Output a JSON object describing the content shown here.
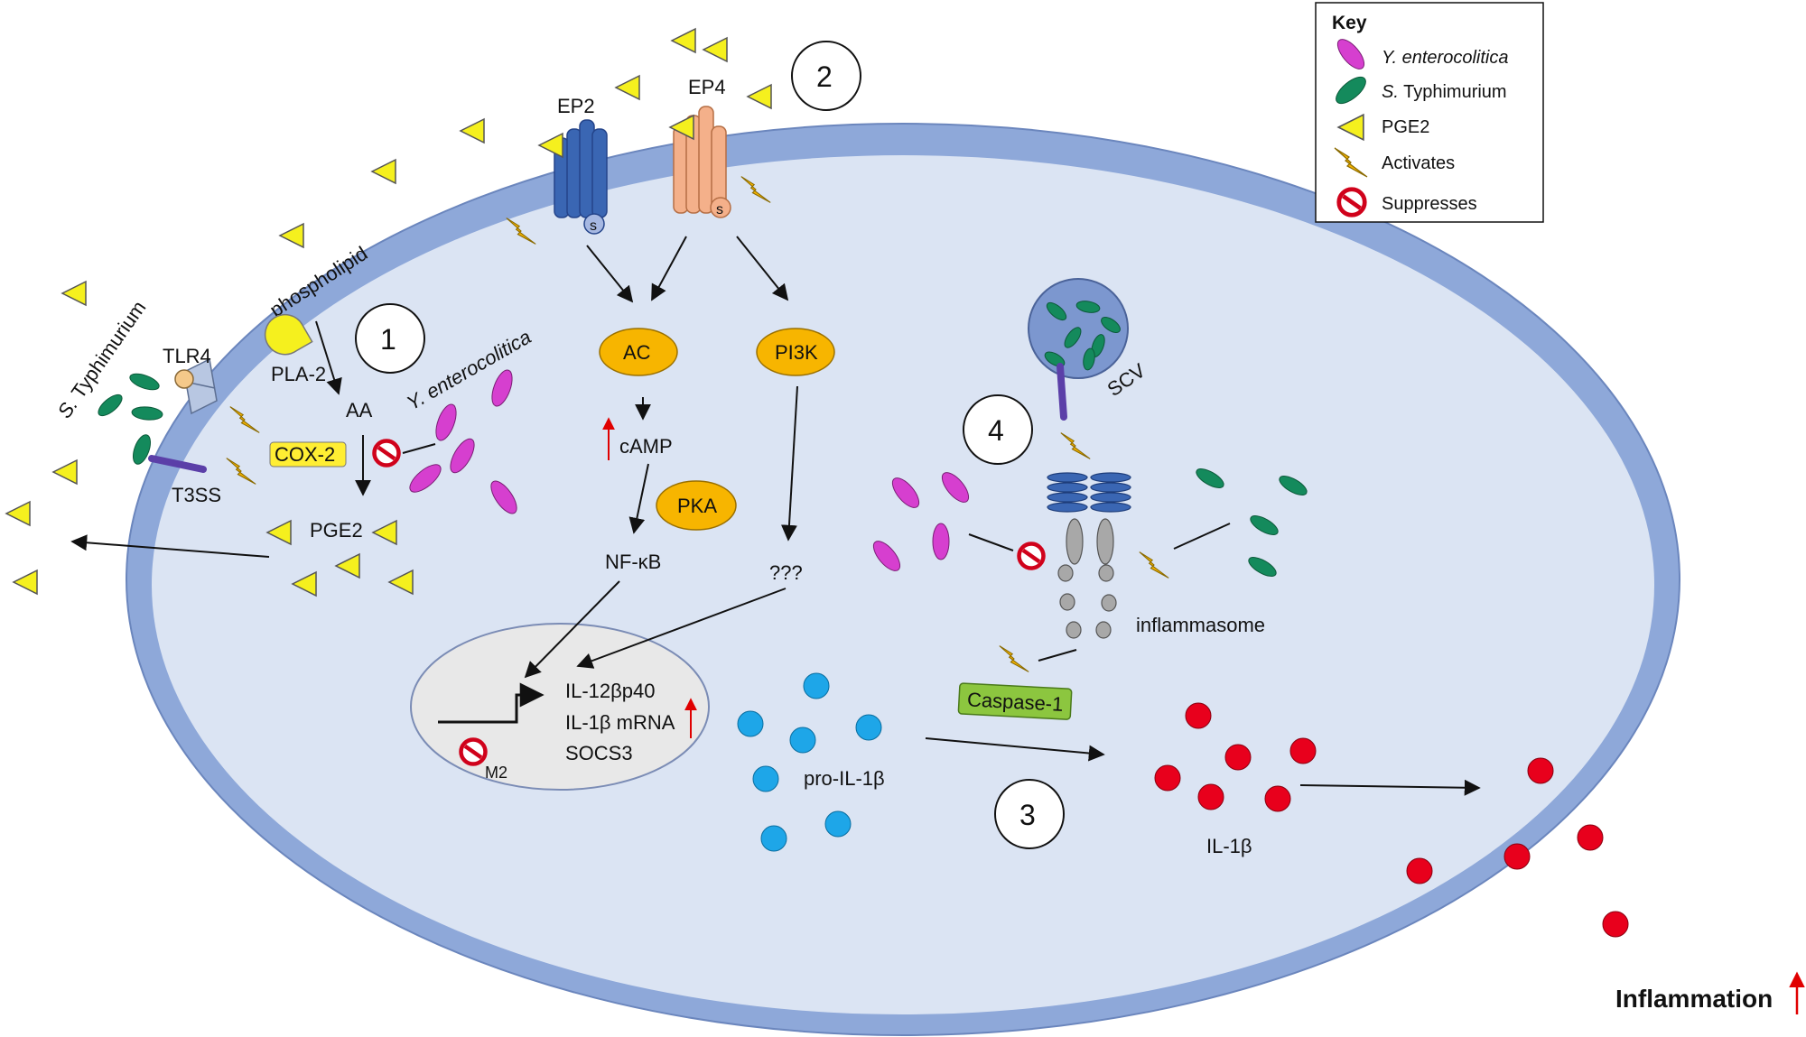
{
  "key": {
    "title": "Key",
    "items": [
      {
        "symbol": "yersinia",
        "label": "Y. enterocolitica",
        "italic": true
      },
      {
        "symbol": "salmonella",
        "label_italic": "S.",
        "label": " Typhimurium"
      },
      {
        "symbol": "pge2",
        "label": "PGE2"
      },
      {
        "symbol": "bolt",
        "label": "Activates"
      },
      {
        "symbol": "suppress",
        "label": "Suppresses"
      }
    ]
  },
  "colors": {
    "yersinia": "#d63fcf",
    "salmonella": "#148a5c",
    "pge2": "#f5f01e",
    "cell_membrane": "#8ea8d9",
    "cytoplasm": "#dbe4f3",
    "nucleus": "#e8e8e8",
    "ep2": "#3a66b3",
    "ep4": "#f4b08a",
    "enzyme": "#f7b500",
    "pro_il1b": "#1ea6e8",
    "il1b": "#e8001c",
    "caspase": "#8cc63f",
    "cox2": "#ffee33"
  },
  "labels": {
    "ep2": "EP2",
    "ep4": "EP4",
    "s_ep2": "s",
    "s_ep4": "s",
    "phospholipid": "phospholipid",
    "pla2": "PLA-2",
    "aa": "AA",
    "cox2": "COX-2",
    "pge2": "PGE2",
    "tlr4": "TLR4",
    "t3ss": "T3SS",
    "s_typhimurium_prefix": "S.",
    "s_typhimurium": " Typhimurium",
    "y_enterocolitica": "Y. enterocolitica",
    "ac": "AC",
    "pi3k": "PI3K",
    "camp": "cAMP",
    "pka": "PKA",
    "nfkb": "NF-κB",
    "unknown": "???",
    "il12": "IL-12βp40",
    "il1b_mrna": "IL-1β mRNA",
    "socs3": "SOCS3",
    "m2": "M2",
    "pro_il1b": "pro-IL-1β",
    "il1b": "IL-1β",
    "scv": "SCV",
    "inflammasome": "inflammasome",
    "caspase1": "Caspase-1",
    "inflammation": "Inflammation"
  },
  "steps": [
    "1",
    "2",
    "3",
    "4"
  ]
}
